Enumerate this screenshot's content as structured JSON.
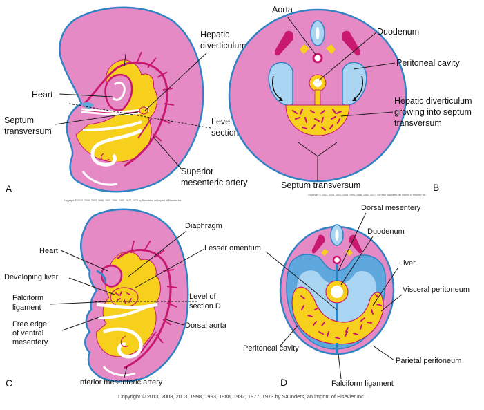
{
  "panel_a": {
    "letter": "A",
    "labels": {
      "hepatic_1": "Hepatic",
      "hepatic_2": "diverticulum",
      "heart": "Heart",
      "septum_1": "Septum",
      "septum_2": "transversum",
      "level_1": "Level of",
      "level_2": "section B",
      "sma_1": "Superior",
      "sma_2": "mesenteric artery"
    },
    "copyright": "Copyright © 2013, 2008, 2003, 1998, 1993, 1988, 1982, 1977, 1973 by Saunders, an imprint of Elsevier Inc."
  },
  "panel_b": {
    "letter": "B",
    "labels": {
      "aorta": "Aorta",
      "duodenum": "Duodenum",
      "peritoneal": "Peritoneal cavity",
      "hd_1": "Hepatic diverticulum",
      "hd_2": "growing into septum",
      "hd_3": "transversum",
      "septum": "Septum transversum"
    },
    "copyright": "Copyright © 2013, 2008, 2003, 1998, 1993, 1988, 1982, 1977, 1973 by Saunders, an imprint of Elsevier Inc."
  },
  "panel_c": {
    "letter": "C",
    "labels": {
      "diaphragm": "Diaphragm",
      "lesser": "Lesser omentum",
      "heart": "Heart",
      "dev_liver": "Developing liver",
      "falciform_1": "Falciform",
      "falciform_2": "ligament",
      "level_1": "Level of",
      "level_2": "section D",
      "free_1": "Free edge",
      "free_2": "of ventral",
      "free_3": "mesentery",
      "dorsal_aorta": "Dorsal aorta",
      "ima": "Inferior mesenteric artery"
    }
  },
  "panel_d": {
    "letter": "D",
    "labels": {
      "dorsal_mes": "Dorsal mesentery",
      "duodenum": "Duodenum",
      "liver": "Liver",
      "visceral": "Visceral peritoneum",
      "peritoneal": "Peritoneal cavity",
      "parietal": "Parietal peritoneum",
      "falciform": "Falciform ligament"
    }
  },
  "footer": {
    "copyright": "Copyright © 2013, 2008, 2003, 1998, 1993, 1988, 1982, 1977, 1973 by Saunders, an imprint of Elsevier Inc."
  },
  "colors": {
    "pink": "#e58ac4",
    "magenta": "#c8196e",
    "yellow": "#f7cf1d",
    "blue": "#5fa8dd",
    "light_blue": "#a9d4f2",
    "outline_blue": "#2f82c4"
  }
}
